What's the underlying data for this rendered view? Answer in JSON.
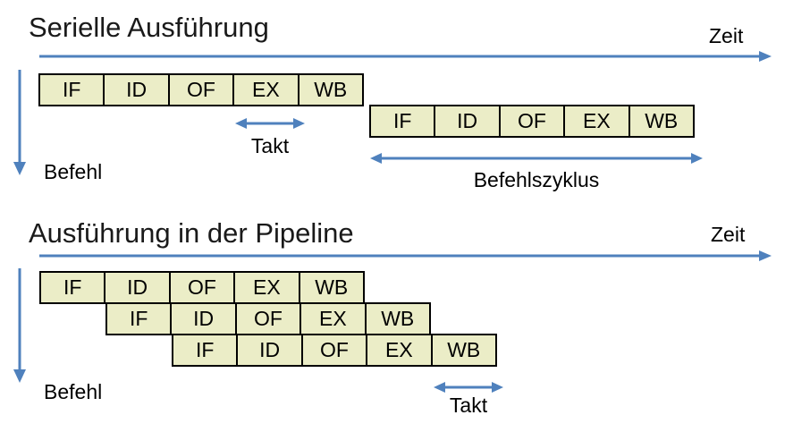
{
  "colors": {
    "background": "#ffffff",
    "box_fill": "#ebedc7",
    "box_border": "#000000",
    "arrow_blue": "#4f81bd",
    "text": "#000000"
  },
  "serial": {
    "title": "Serielle Ausführung",
    "time_axis_label": "Zeit",
    "instruction_axis_label": "Befehl",
    "takt_label": "Takt",
    "befehlszyklus_label": "Befehlszyklus",
    "rows": [
      [
        "IF",
        "ID",
        "OF",
        "EX",
        "WB"
      ],
      [
        "IF",
        "ID",
        "OF",
        "EX",
        "WB"
      ]
    ]
  },
  "pipeline": {
    "title": "Ausführung in der Pipeline",
    "time_axis_label": "Zeit",
    "instruction_axis_label": "Befehl",
    "takt_label": "Takt",
    "rows": [
      [
        "IF",
        "ID",
        "OF",
        "EX",
        "WB"
      ],
      [
        "IF",
        "ID",
        "OF",
        "EX",
        "WB"
      ],
      [
        "IF",
        "ID",
        "OF",
        "EX",
        "WB"
      ]
    ]
  }
}
